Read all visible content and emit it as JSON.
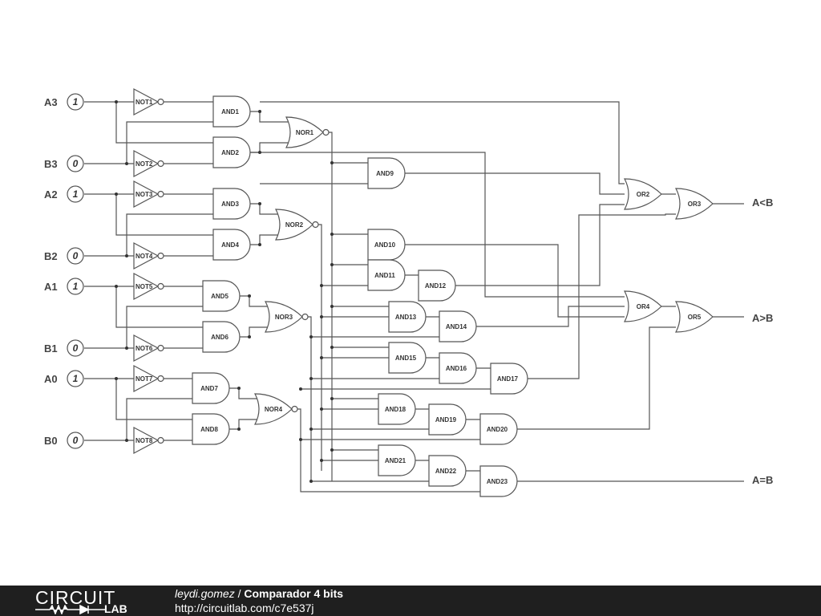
{
  "inputs": [
    {
      "name": "A3",
      "value": "1"
    },
    {
      "name": "B3",
      "value": "0"
    },
    {
      "name": "A2",
      "value": "1"
    },
    {
      "name": "B2",
      "value": "0"
    },
    {
      "name": "A1",
      "value": "1"
    },
    {
      "name": "B1",
      "value": "0"
    },
    {
      "name": "A0",
      "value": "1"
    },
    {
      "name": "B0",
      "value": "0"
    }
  ],
  "outputs": {
    "lt": "A<B",
    "gt": "A>B",
    "eq": "A=B"
  },
  "gates": {
    "not": [
      "NOT1",
      "NOT2",
      "NOT3",
      "NOT4",
      "NOT5",
      "NOT6",
      "NOT7",
      "NOT8"
    ],
    "and": [
      "AND1",
      "AND2",
      "AND3",
      "AND4",
      "AND5",
      "AND6",
      "AND7",
      "AND8",
      "AND9",
      "AND10",
      "AND11",
      "AND12",
      "AND13",
      "AND14",
      "AND15",
      "AND16",
      "AND17",
      "AND18",
      "AND19",
      "AND20",
      "AND21",
      "AND22",
      "AND23"
    ],
    "nor": [
      "NOR1",
      "NOR2",
      "NOR3",
      "NOR4"
    ],
    "or": [
      "OR2",
      "OR3",
      "OR4",
      "OR5"
    ]
  },
  "footer": {
    "author": "leydi.gomez",
    "separator": " / ",
    "title": "Comparador 4 bits",
    "url": "http://circuitlab.com/c7e537j",
    "logo_top": "CIRCUIT",
    "logo_bottom": "LAB"
  }
}
